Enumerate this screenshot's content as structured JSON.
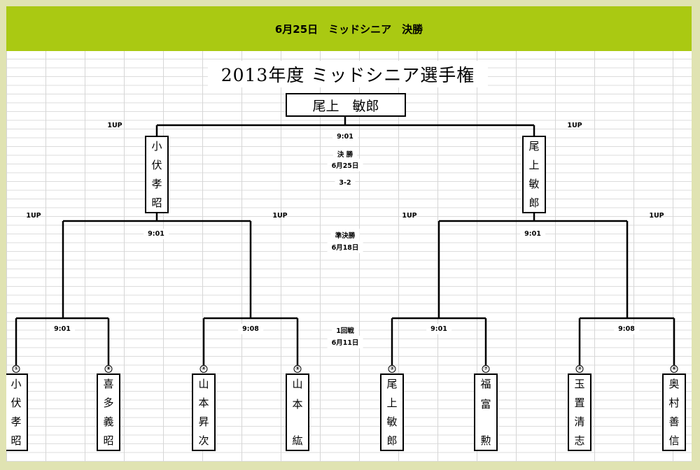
{
  "header": {
    "title": "6月25日　ミッドシニア　決勝"
  },
  "bracket_title": "2013年度 ミッドシニア選手権",
  "champion": "尾上　敏郎",
  "final": {
    "time": "9:01",
    "round": "決 勝",
    "date": "6月25日",
    "score": "3-2",
    "left": {
      "name": [
        "小",
        "伏",
        "孝",
        "昭"
      ],
      "margin": "1UP"
    },
    "right": {
      "name": [
        "尾",
        "上",
        "敏",
        "郎"
      ],
      "margin": "1UP"
    }
  },
  "semis": {
    "round": "準決勝",
    "date": "6月18日",
    "left": {
      "time": "9:01",
      "margin_left": "1UP",
      "margin_right": "1UP"
    },
    "right": {
      "time": "9:01",
      "margin_left": "1UP",
      "margin_right": "1UP"
    }
  },
  "round1": {
    "round": "1回戦",
    "date": "6月11日",
    "matches": [
      {
        "time": "9:01"
      },
      {
        "time": "9:08"
      },
      {
        "time": "9:01"
      },
      {
        "time": "9:08"
      }
    ]
  },
  "players": [
    {
      "seed": "①",
      "name": [
        "小",
        "伏",
        "孝",
        "昭"
      ]
    },
    {
      "seed": "⑧",
      "name": [
        "喜",
        "多",
        "義",
        "昭"
      ]
    },
    {
      "seed": "④",
      "name": [
        "山",
        "本",
        "昇",
        "次"
      ]
    },
    {
      "seed": "⑤",
      "name": [
        "山",
        "本",
        "",
        "紘"
      ]
    },
    {
      "seed": "②",
      "name": [
        "尾",
        "上",
        "敏",
        "郎"
      ]
    },
    {
      "seed": "⑦",
      "name": [
        "福",
        "富",
        "",
        "勲"
      ]
    },
    {
      "seed": "③",
      "name": [
        "玉",
        "置",
        "清",
        "志"
      ]
    },
    {
      "seed": "⑥",
      "name": [
        "奥",
        "村",
        "善",
        "信"
      ]
    }
  ]
}
